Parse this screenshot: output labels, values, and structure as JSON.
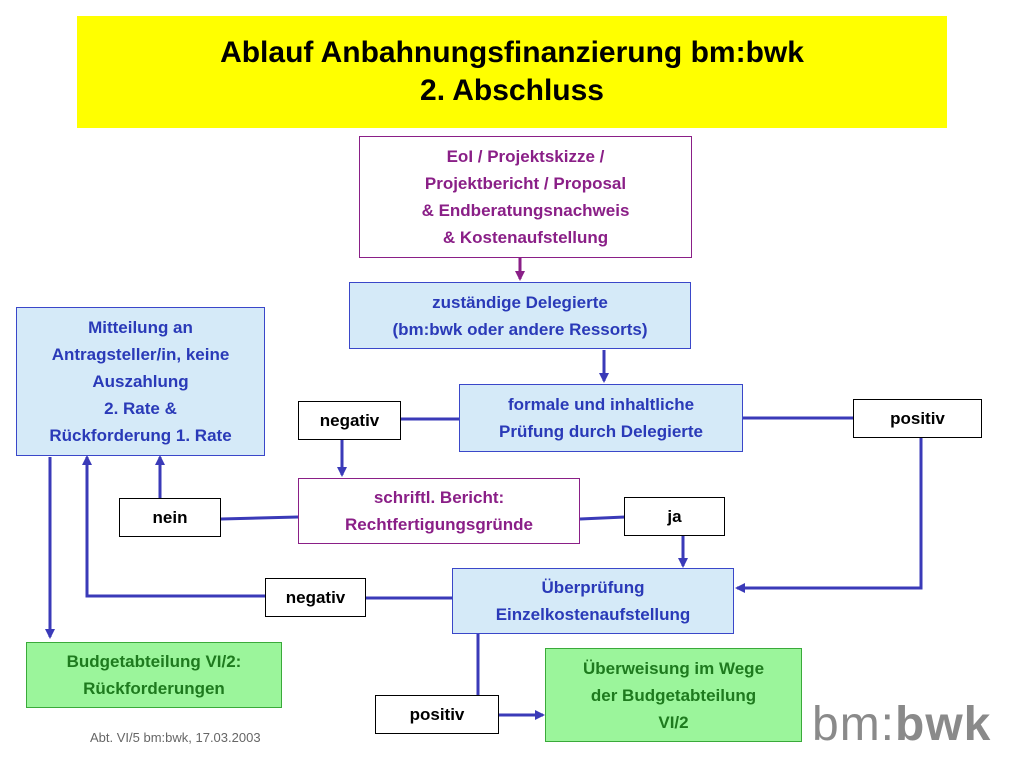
{
  "title": {
    "line1": "Ablauf Anbahnungsfinanzierung bm:bwk",
    "line2": "2. Abschluss"
  },
  "nodes": {
    "submission": {
      "lines": [
        "EoI / Projektskizze /",
        "Projektbericht / Proposal",
        "& Endberatungsnachweis",
        "& Kostenaufstellung"
      ]
    },
    "delegate": {
      "lines": [
        "zuständige Delegierte",
        "(bm:bwk oder andere Ressorts)"
      ]
    },
    "review": {
      "lines": [
        "formale und inhaltliche",
        "Prüfung durch Delegierte"
      ]
    },
    "notification": {
      "lines": [
        "Mitteilung an",
        "Antragsteller/in, keine",
        "Auszahlung",
        "2. Rate &",
        "Rückforderung 1. Rate"
      ]
    },
    "written_report": {
      "lines": [
        "schriftl. Bericht:",
        "Rechtfertigungsgründe"
      ]
    },
    "cost_check": {
      "lines": [
        "Überprüfung",
        "Einzelkostenaufstellung"
      ]
    },
    "budget_recovery": {
      "lines": [
        "Budgetabteilung VI/2:",
        "Rückforderungen"
      ]
    },
    "transfer": {
      "lines": [
        "Überweisung im Wege",
        "der Budgetabteilung",
        "VI/2"
      ]
    }
  },
  "labels": {
    "negativ_review": "negativ",
    "positiv_review": "positiv",
    "nein": "nein",
    "ja": "ja",
    "negativ_cost": "negativ",
    "positiv_cost": "positiv"
  },
  "footer": {
    "text": "Abt. VI/5 bm:bwk, 17.03.2003"
  },
  "logo": {
    "part1": "bm:",
    "part2": "bwk"
  },
  "colors": {
    "banner": "#ffff00",
    "purple": "#8a1f87",
    "blue": "#3a47c9",
    "blue_fill": "#d5eaf8",
    "green_fill": "#9bf59b",
    "line": "#3a3ab8"
  }
}
